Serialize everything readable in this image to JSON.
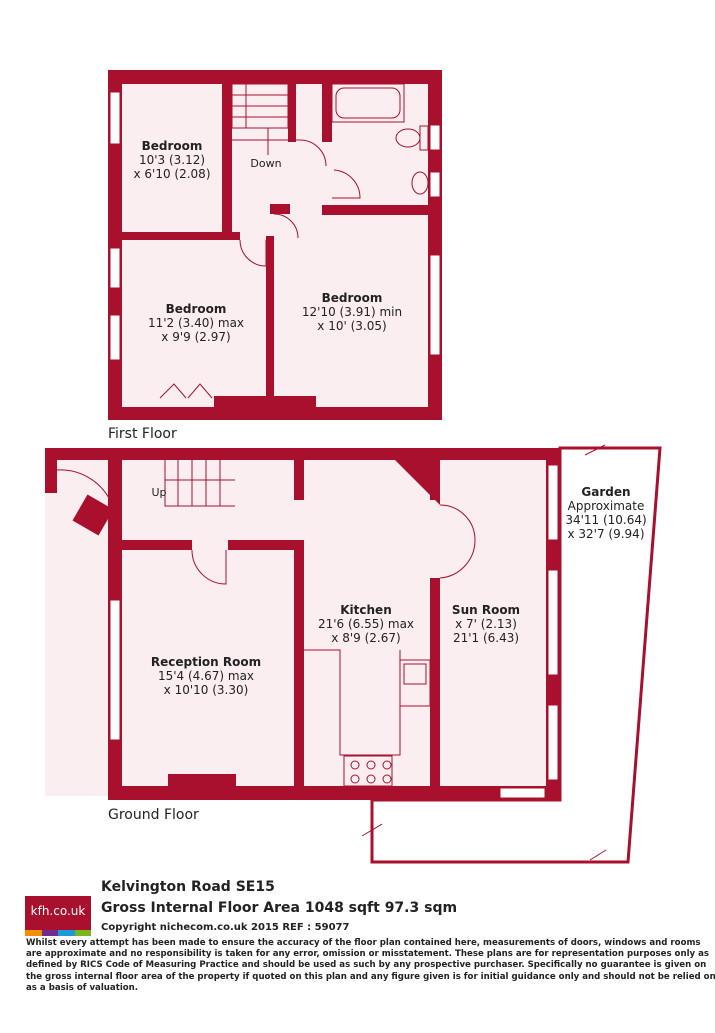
{
  "floors": {
    "first": {
      "title": "First Floor"
    },
    "ground": {
      "title": "Ground Floor"
    }
  },
  "rooms": {
    "bedroom_1": {
      "name": "Bedroom",
      "dim1": "10'3 (3.12)",
      "dim2": "x 6'10 (2.08)"
    },
    "bedroom_2": {
      "name": "Bedroom",
      "dim1": "11'2 (3.40) max",
      "dim2": "x 9'9 (2.97)"
    },
    "bedroom_3": {
      "name": "Bedroom",
      "dim1": "12'10 (3.91) min",
      "dim2": "x 10' (3.05)"
    },
    "reception": {
      "name": "Reception Room",
      "dim1": "15'4 (4.67) max",
      "dim2": "x 10'10 (3.30)"
    },
    "kitchen": {
      "name": "Kitchen",
      "dim1": "21'6 (6.55) max",
      "dim2": "x 8'9 (2.67)"
    },
    "sun_room": {
      "name": "Sun Room",
      "dim1": "21'1 (6.43)",
      "dim2": "x 7' (2.13)"
    },
    "garden": {
      "name": "Garden",
      "sub": "Approximate",
      "dim1": "34'11 (10.64)",
      "dim2": "x 32'7 (9.94)"
    }
  },
  "stairs": {
    "down_label": "Down",
    "up_label": "Up"
  },
  "footer": {
    "logo_text": "kfh.co.uk",
    "logo_colors": [
      "#f28c00",
      "#6e2c8e",
      "#1a9bd7",
      "#7ab51d"
    ],
    "address": "Kelvington Road  SE15",
    "area": "Gross Internal Floor Area 1048 sqft 97.3 sqm",
    "copyright": "Copyright nichecom.co.uk 2015 REF : 59077",
    "disclaimer": "Whilst every attempt has been made to ensure the accuracy of the floor plan contained here, measurements of doors, windows and rooms are approximate and no responsibility is taken for any error, omission or misstatement.  These plans are for representation purposes only as defined by RICS Code of Measuring Practice and should be used as such by any prospective purchaser.  Specifically no guarantee is given on the gross internal floor area of the property if quoted on this plan and any figure given is for initial guidance only and should not be relied on as a basis of valuation."
  },
  "colors": {
    "wall": "#a8102e",
    "floor": "#fbeef0"
  }
}
